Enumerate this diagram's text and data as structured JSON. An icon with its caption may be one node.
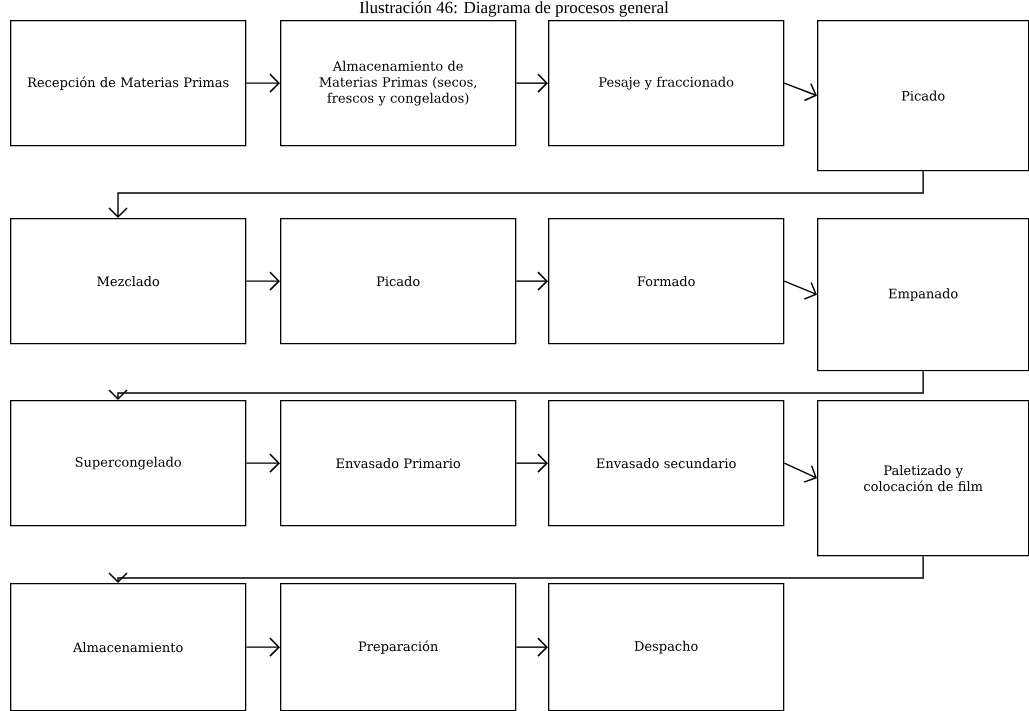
{
  "diagram": {
    "title": "Ilustración 46: Diagrama de procesos general",
    "nodes": [
      {
        "text": [
          "Recepción de Materias Primas"
        ]
      },
      {
        "text": [
          "Almacenamiento de Materias Primas (secos, frescos y congelados)"
        ]
      },
      {
        "text": [
          "Pesaje y fraccionado"
        ]
      },
      {
        "text": [
          "Picado"
        ]
      },
      {
        "text": [
          "Mezclado"
        ]
      },
      {
        "text": [
          "Picado"
        ]
      },
      {
        "text": [
          "Formado"
        ]
      },
      {
        "text": [
          "Empanado"
        ]
      },
      {
        "text": [
          "Supercongelado"
        ]
      },
      {
        "text": [
          "Envasado Primario"
        ]
      },
      {
        "text": [
          "Envasado secundario"
        ]
      },
      {
        "text": [
          "Paletizado y colocación de film"
        ]
      },
      {
        "text": [
          "Almacenamiento"
        ]
      },
      {
        "text": [
          "Preparación"
        ]
      },
      {
        "text": [
          "Despacho"
        ]
      }
    ],
    "edges": [
      {
        "from": 0,
        "to": 1,
        "arrow": "to"
      },
      {
        "from": 1,
        "to": 2,
        "arrow": "to"
      },
      {
        "from": 2,
        "to": 3,
        "arrow": "to"
      },
      {
        "from": 3,
        "to": 4,
        "arrow": "to"
      },
      {
        "from": 4,
        "to": 5,
        "arrow": "to"
      },
      {
        "from": 5,
        "to": 6,
        "arrow": "to"
      },
      {
        "from": 6,
        "to": 7,
        "arrow": "to"
      },
      {
        "from": 7,
        "to": 8,
        "arrow": "to"
      },
      {
        "from": 8,
        "to": 9,
        "arrow": "to"
      },
      {
        "from": 9,
        "to": 10,
        "arrow": "to"
      },
      {
        "from": 10,
        "to": 11,
        "arrow": "to"
      },
      {
        "from": 11,
        "to": 12,
        "arrow": "to"
      },
      {
        "from": 12,
        "to": 13,
        "arrow": "to"
      },
      {
        "from": 13,
        "to": 14,
        "arrow": "to"
      }
    ]
  }
}
